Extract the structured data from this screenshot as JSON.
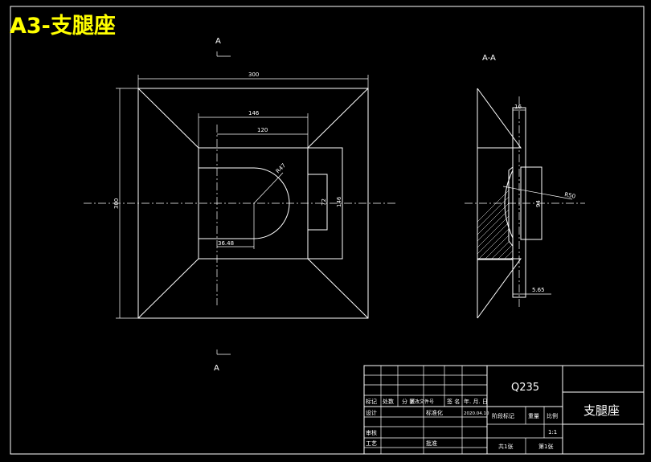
{
  "sheet": {
    "title": "A3-支腿座"
  },
  "plan_view": {
    "section_mark_top": "A",
    "section_mark_bottom": "A",
    "dims": {
      "overall_width": "300",
      "overall_height": "300",
      "opening_width": "146",
      "slot_length": "120",
      "radius": "R47",
      "opening_height": "146",
      "slot_height": "72",
      "offset": "36.48"
    }
  },
  "section_view": {
    "label": "A-A",
    "dims": {
      "thickness": "16",
      "bore": "94",
      "sphere_radius": "R50",
      "gap": "5.65"
    }
  },
  "title_block": {
    "material": "Q235",
    "part_name": "支腿座",
    "scale_value": "1:1",
    "row_labels": {
      "mark": "标记",
      "count": "处数",
      "zone": "分 区",
      "change_doc": "更改文件号",
      "sign": "签 名",
      "date": "年. 月. 日"
    },
    "design": "设计",
    "standardize": "标准化",
    "check": "审核",
    "process": "工艺",
    "approve": "批准",
    "design_date": "2020.04.10",
    "stage_mark": "阶段标记",
    "weight": "重量",
    "scale": "比例",
    "total_sheets": "共1张",
    "sheet_no": "第1张"
  }
}
